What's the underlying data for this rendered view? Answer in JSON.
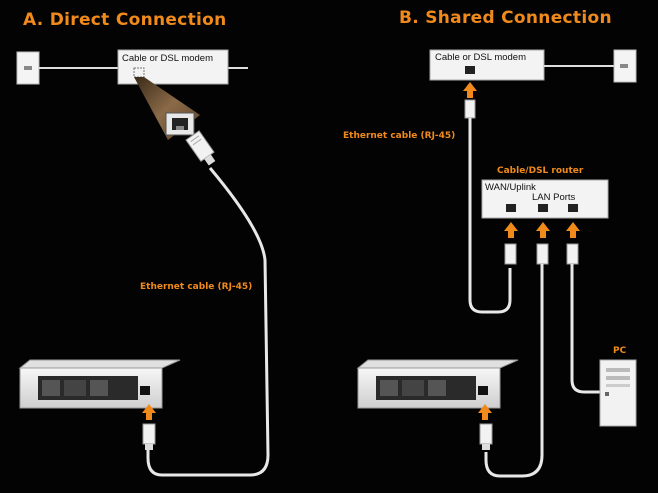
{
  "colors": {
    "accent": "#f08a1c",
    "background": "#030303",
    "device_white": "#f2f2f2",
    "cable": "#e6e6e6"
  },
  "sections": {
    "direct": {
      "title": "A. Direct Connection",
      "modem_label": "Cable or DSL modem",
      "cable_label": "Ethernet cable (RJ-45)"
    },
    "shared": {
      "title": "B. Shared Connection",
      "modem_label": "Cable or DSL modem",
      "cable_label": "Ethernet cable (RJ-45)",
      "router_title": "Cable/DSL router",
      "wan_label": "WAN/Uplink",
      "lan_label": "LAN Ports",
      "pc_label": "PC"
    }
  },
  "icons": [
    "wall-jack-icon",
    "ethernet-plug-icon",
    "arrow-up-icon",
    "console-icon",
    "pc-tower-icon"
  ]
}
